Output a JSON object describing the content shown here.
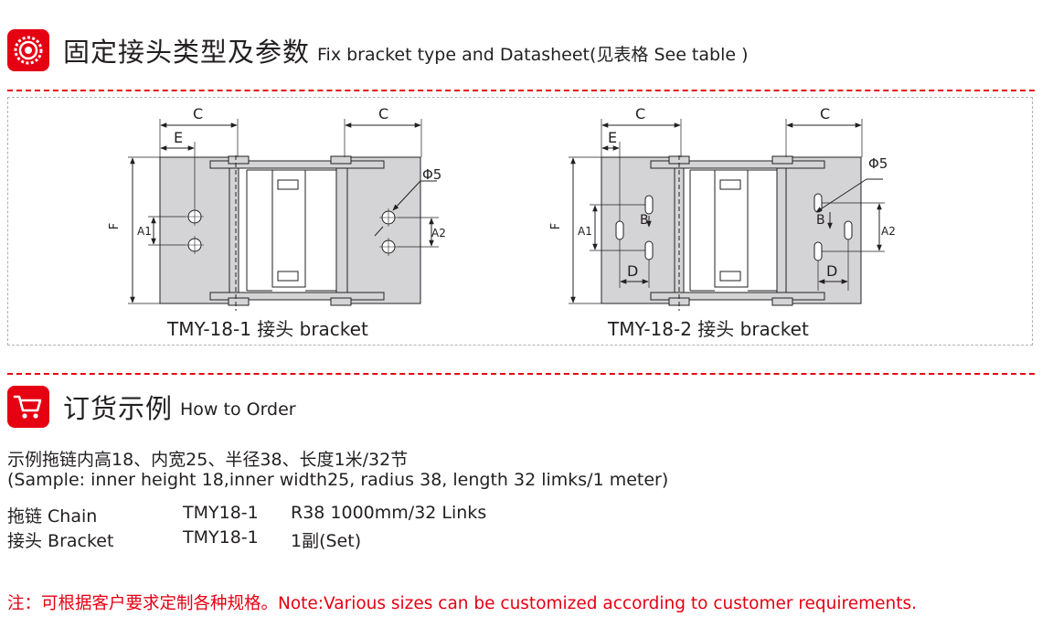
{
  "section1": {
    "title_cn": "固定接头类型及参数",
    "title_en": "Fix bracket type and Datasheet(见表格  See table )",
    "icon": "gear-badge-icon",
    "diagrams": [
      {
        "caption": "TMY-18-1  接头  bracket",
        "labels": {
          "c": "C",
          "e": "E",
          "f": "F",
          "a1": "A1",
          "a2": "A2",
          "phi": "Φ5"
        }
      },
      {
        "caption": "TMY-18-2  接头  bracket",
        "labels": {
          "c": "C",
          "e": "E",
          "f": "F",
          "a1": "A1",
          "a2": "A2",
          "phi": "Φ5",
          "b": "B",
          "d": "D"
        }
      }
    ]
  },
  "section2": {
    "title_cn": "订货示例",
    "title_en": "How to Order",
    "icon": "shopping-cart-icon"
  },
  "sample": {
    "cn": "示例拖链内高18、内宽25、半径38、长度1米/32节",
    "en": "(Sample: inner height 18,inner width25, radius 38, length 32 limks/1 meter)"
  },
  "order_rows": [
    {
      "label": "拖链  Chain",
      "model": "TMY18-1",
      "spec": "R38  1000mm/32 Links"
    },
    {
      "label": "接头  Bracket",
      "model": "TMY18-1",
      "spec": "1副(Set)"
    }
  ],
  "note": "注：可根据客户要求定制各种规格。Note:Various sizes can be customized according to customer requirements.",
  "colors": {
    "accent": "#e50012",
    "panel": "#d4d4d6",
    "text": "#231f20"
  }
}
